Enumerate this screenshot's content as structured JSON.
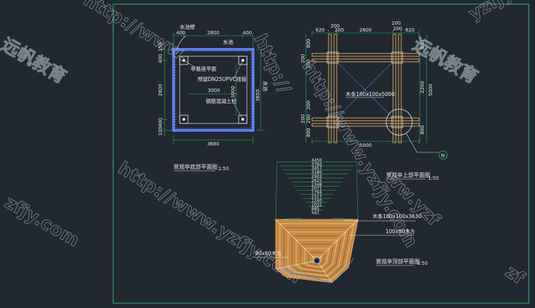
{
  "colors": {
    "background": "#212830",
    "frame": "#2fbe6a",
    "dimension": "#2fbe6a",
    "wall": "#5c7cf0",
    "timber": "#e0a55c",
    "label": "#f2f2f2",
    "watermark": "#c6ccd3"
  },
  "watermarks": {
    "url_main": "http://www.yzfjy.com",
    "url_left": "http://www.",
    "url_top": "yzfjy",
    "url_right": "http://",
    "url_bottom": "http://www.yzfjy.com",
    "brand_left": "远帆教育",
    "brand_right": "远帆教育",
    "left_fragment": "zfjy.com",
    "right_fragment": "ww.yzf",
    "bottom_right_fragment": "zf"
  },
  "base_plan": {
    "title": "景观亭底部平面图",
    "scale": "1:50",
    "labels": {
      "water_left": "水池壁",
      "water_top": "水池",
      "water_right": "水池",
      "column_base": "亭基座平面",
      "pipe": "预留DN25UPVC线管",
      "column": "钢筋混凝土柱"
    },
    "dims": {
      "top_left": "400",
      "top_mid": "2600",
      "top_right": "400",
      "left_a": "150",
      "left_b": "400",
      "left_c": "2600",
      "left_d": "400",
      "left_e": "100",
      "inner_h": "3000",
      "inner_v": "3000",
      "right_total": "3650",
      "bottom": "3680"
    }
  },
  "top_plan": {
    "title": "景观亭上部平面图",
    "scale": "1:50",
    "labels": {
      "beam": "木条180x100x5000",
      "north": "N"
    },
    "dims": {
      "top_a": "620",
      "top_b": "200",
      "top_c": "2600",
      "top_d": "200",
      "top_e": "620",
      "top_f": "200",
      "top_g": "200",
      "left_a": "200",
      "left_b": "800",
      "left_c": "200",
      "left_d": "200",
      "left_e": "200",
      "left_f": "200",
      "left_g": "800",
      "right_a": "800",
      "right_b": "2200",
      "right_c": "800",
      "right_total": "5000",
      "bottom": "5000"
    }
  },
  "roof_plan": {
    "title": "景观亭顶部平面图",
    "scale": "1:50",
    "levels": [
      "4450",
      "3760",
      "3457",
      "3180",
      "2903",
      "2625",
      "2348",
      "2071",
      "1794",
      "1517",
      "1240",
      "1032",
      "685",
      "547"
    ],
    "labels": {
      "strip": "木条180x100x3630",
      "square": "100x80木方",
      "small": "80x60木方"
    }
  }
}
